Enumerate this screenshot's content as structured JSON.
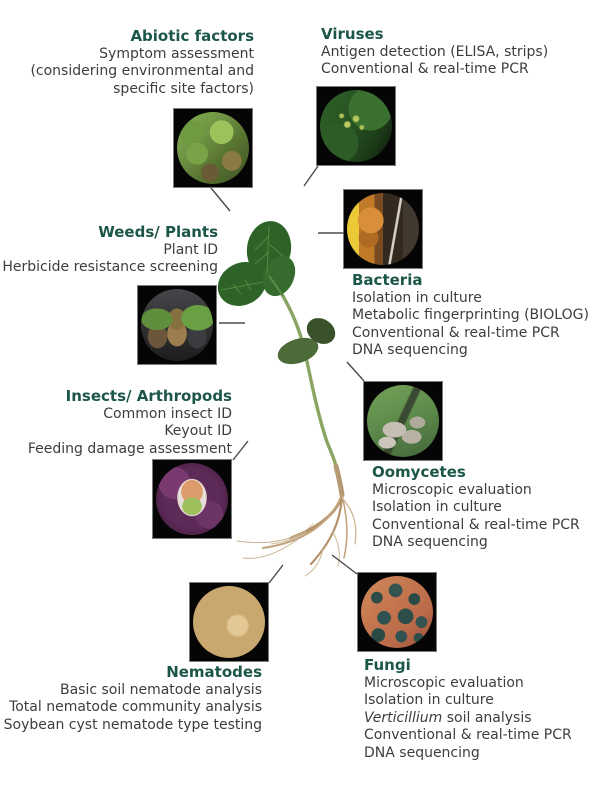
{
  "palette": {
    "heading_color": "#1c5649",
    "body_color": "#3d3d3d",
    "connector_color": "#4a4a4a"
  },
  "sections": {
    "abiotic": {
      "title": "Abiotic factors",
      "lines": [
        "Symptom assessment",
        "(considering environmental and",
        "specific site factors)"
      ]
    },
    "viruses": {
      "title": "Viruses",
      "lines": [
        "Antigen detection (ELISA, strips)",
        "Conventional & real-time PCR"
      ]
    },
    "weeds": {
      "title": "Weeds/ Plants",
      "lines": [
        "Plant ID",
        "Herbicide resistance screening"
      ]
    },
    "bacteria": {
      "title": "Bacteria",
      "lines": [
        "Isolation in culture",
        "Metabolic fingerprinting (BIOLOG)",
        "Conventional & real-time PCR",
        "DNA sequencing"
      ]
    },
    "insects": {
      "title": "Insects/ Arthropods",
      "lines": [
        "Common insect ID",
        "Keyout ID",
        "Feeding damage assessment"
      ]
    },
    "oomycetes": {
      "title": "Oomycetes",
      "lines": [
        "Microscopic evaluation",
        "Isolation in culture",
        "Conventional & real-time PCR",
        "DNA sequencing"
      ]
    },
    "nematodes": {
      "title": "Nematodes",
      "lines": [
        "Basic soil nematode analysis",
        "Total nematode community analysis",
        "Soybean cyst nematode type testing"
      ]
    },
    "fungi": {
      "title": "Fungi",
      "lines_before": [
        "Microscopic evaluation",
        "Isolation in culture"
      ],
      "italic_term": "Verticillium",
      "italic_rest": " soil analysis",
      "lines_after": [
        "Conventional & real-time PCR",
        "DNA sequencing"
      ]
    }
  },
  "photos": {
    "abiotic": "diseased-leaves-photo",
    "viruses": "virus-ringspot-leaf-photo",
    "weeds": "potted-weed-seedlings-photo",
    "bacteria": "bacterial-culture-photo",
    "insects": "insect-closeup-photo",
    "oomycetes": "downy-mildew-leaf-photo",
    "nematodes": "soil-cyst-nematode-photo",
    "fungi": "fungal-microsclerotia-photo"
  },
  "center_illustration": "soybean-seedling-with-roots"
}
